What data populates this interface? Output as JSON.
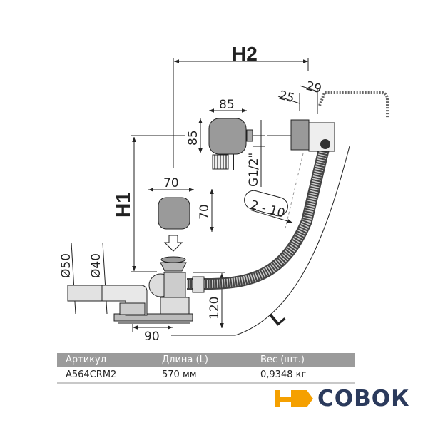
{
  "diagram": {
    "labels": {
      "h2": "H2",
      "h1": "H1",
      "overflow_width": "85",
      "overflow_height": "85",
      "plug_width": "70",
      "plug_height": "70",
      "thread": "G1/2\"",
      "dim_25": "25",
      "dim_29": "29",
      "wall_range": "2 - 10",
      "d50": "Ø50",
      "d40": "Ø40",
      "height_120": "120",
      "offset_90": "90",
      "length": "L"
    }
  },
  "table": {
    "headers": [
      "Артикул",
      "Длина (L)",
      "Вес (шт.)"
    ],
    "rows": [
      [
        "A564CRM2",
        "570 мм",
        "0,9348 кг"
      ]
    ]
  },
  "logo": {
    "text": "СОВОК",
    "colors": {
      "accent": "#f5a000",
      "brand": "#2b3a5c"
    }
  }
}
